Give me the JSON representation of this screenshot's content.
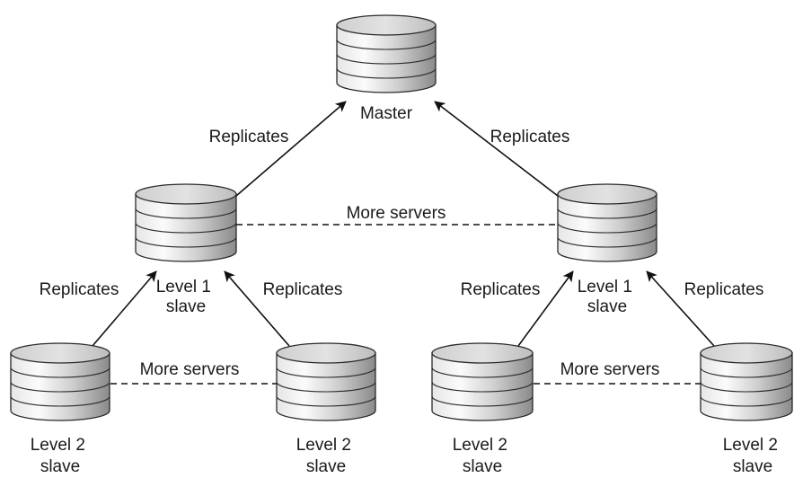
{
  "colors": {
    "cylinder_light": "#f2f2f2",
    "cylinder_dark": "#8e8e8e",
    "cylinder_top": "#d6d6d6",
    "line": "#111111",
    "text": "#1a1a1a"
  },
  "nodes": {
    "master": "Master",
    "level1_left": [
      "Level 1",
      "slave"
    ],
    "level1_right": [
      "Level 1",
      "slave"
    ],
    "level2_a": [
      "Level 2",
      "slave"
    ],
    "level2_b": [
      "Level 2",
      "slave"
    ],
    "level2_c": [
      "Level 2",
      "slave"
    ],
    "level2_d": [
      "Level 2",
      "slave"
    ]
  },
  "edges": {
    "l1_left_to_master": "Replicates",
    "l1_right_to_master": "Replicates",
    "l2a_to_l1_left": "Replicates",
    "l2b_to_l1_left": "Replicates",
    "l2c_to_l1_right": "Replicates",
    "l2d_to_l1_right": "Replicates"
  },
  "peer_links": {
    "level1": "More servers",
    "level2_left": "More servers",
    "level2_right": "More servers"
  }
}
